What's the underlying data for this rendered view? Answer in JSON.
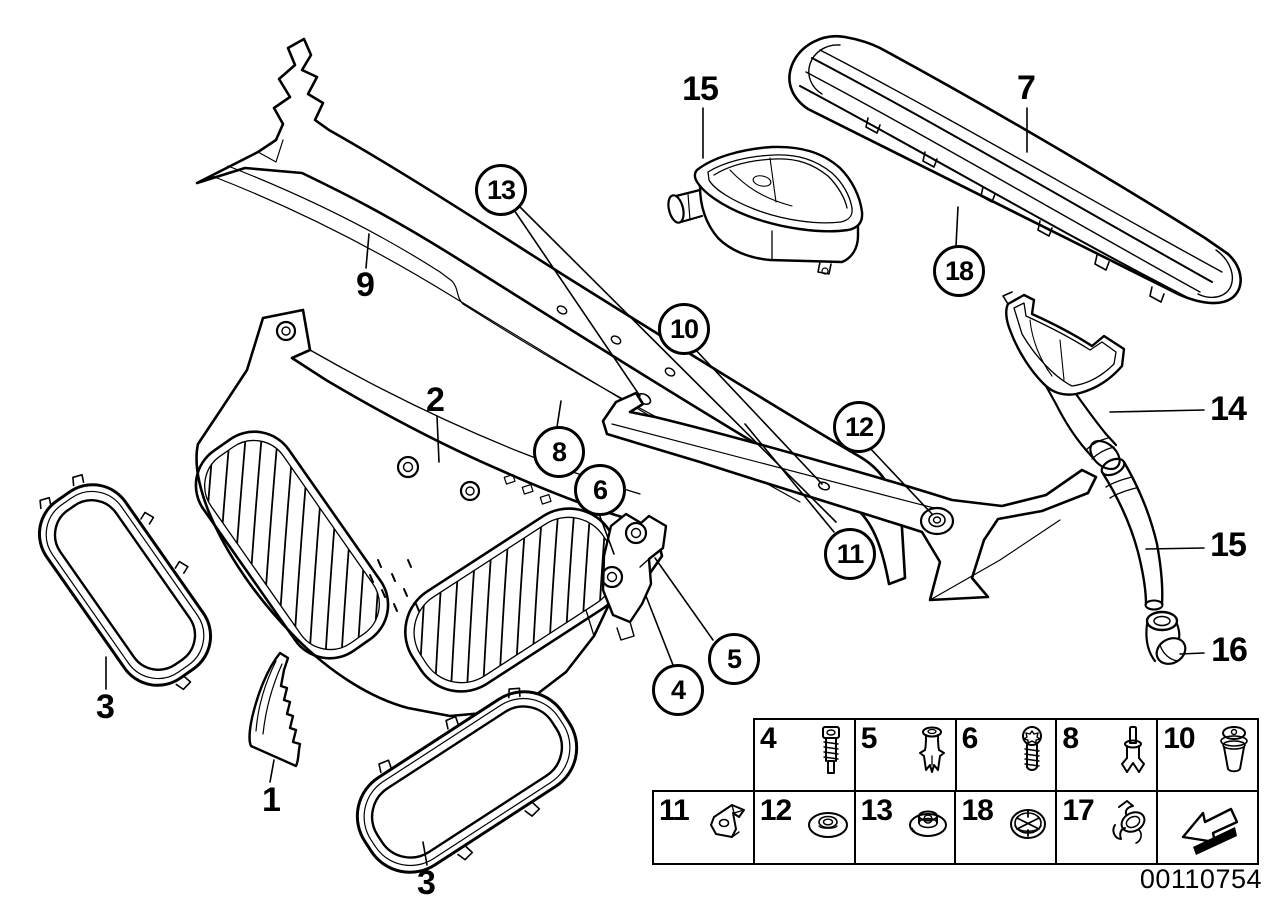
{
  "figure": {
    "plain_callouts": [
      "15",
      "7",
      "9",
      "2",
      "14",
      "15",
      "16",
      "3",
      "1",
      "3"
    ],
    "circled_callouts": [
      "13",
      "18",
      "10",
      "8",
      "12",
      "6",
      "11",
      "5",
      "4"
    ],
    "legend": {
      "row1": [
        {
          "num": "4",
          "icon": "machine-screw"
        },
        {
          "num": "5",
          "icon": "expansion-rivet"
        },
        {
          "num": "6",
          "icon": "torx-screw"
        },
        {
          "num": "8",
          "icon": "blind-rivet"
        },
        {
          "num": "10",
          "icon": "plug-grommet"
        }
      ],
      "row2": [
        {
          "num": "11",
          "icon": "speed-clip"
        },
        {
          "num": "12",
          "icon": "washer-grommet"
        },
        {
          "num": "13",
          "icon": "grommet-nut"
        },
        {
          "num": "18",
          "icon": "cup-grommet"
        },
        {
          "num": "17",
          "icon": "hose-clamp"
        },
        {
          "num": "",
          "icon": "continuation-arrow"
        }
      ]
    },
    "diagram_number": "00110754"
  }
}
